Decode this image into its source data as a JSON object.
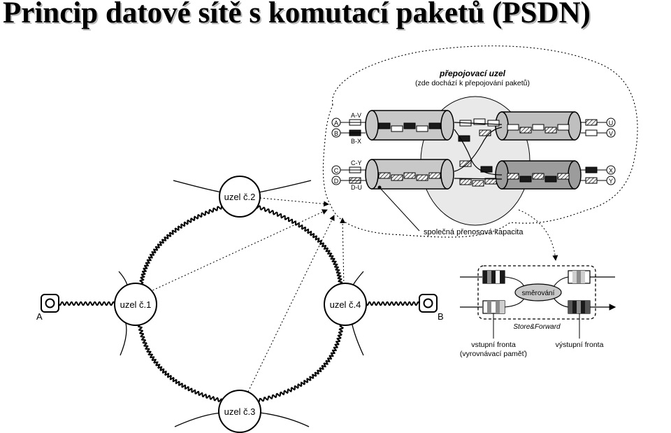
{
  "title": "Princip datové sítě s komutací paketů (PSDN)",
  "nodes": {
    "node2": "uzel č.2",
    "node1": "uzel č.1",
    "node4": "uzel č.4",
    "node3": "uzel č.3"
  },
  "terminals": {
    "a": "A",
    "b": "B"
  },
  "switch_node": {
    "title": "přepojovací uzel",
    "subtitle": "(zde dochází k přepojování paketů)",
    "ports_in": [
      "A",
      "B",
      "C",
      "D"
    ],
    "ports_out": [
      "U",
      "V",
      "X",
      "Y"
    ],
    "flow_labels": [
      "A-V",
      "B-X",
      "C-Y",
      "D-U"
    ],
    "shared_capacity": "společná přenosová kapacita"
  },
  "store_forward": {
    "routing": "směrování",
    "mode": "Store&Forward",
    "input_queue": "vstupní fronta",
    "input_queue_note": "(vyrovnávací paměť)",
    "output_queue": "výstupní fronta"
  },
  "colors": {
    "cloud_fill": "#e9e9e9",
    "tube_fill": "#c8c8c8",
    "dark": "#1a1a1a",
    "title_shadow": "#b9b9b9"
  }
}
